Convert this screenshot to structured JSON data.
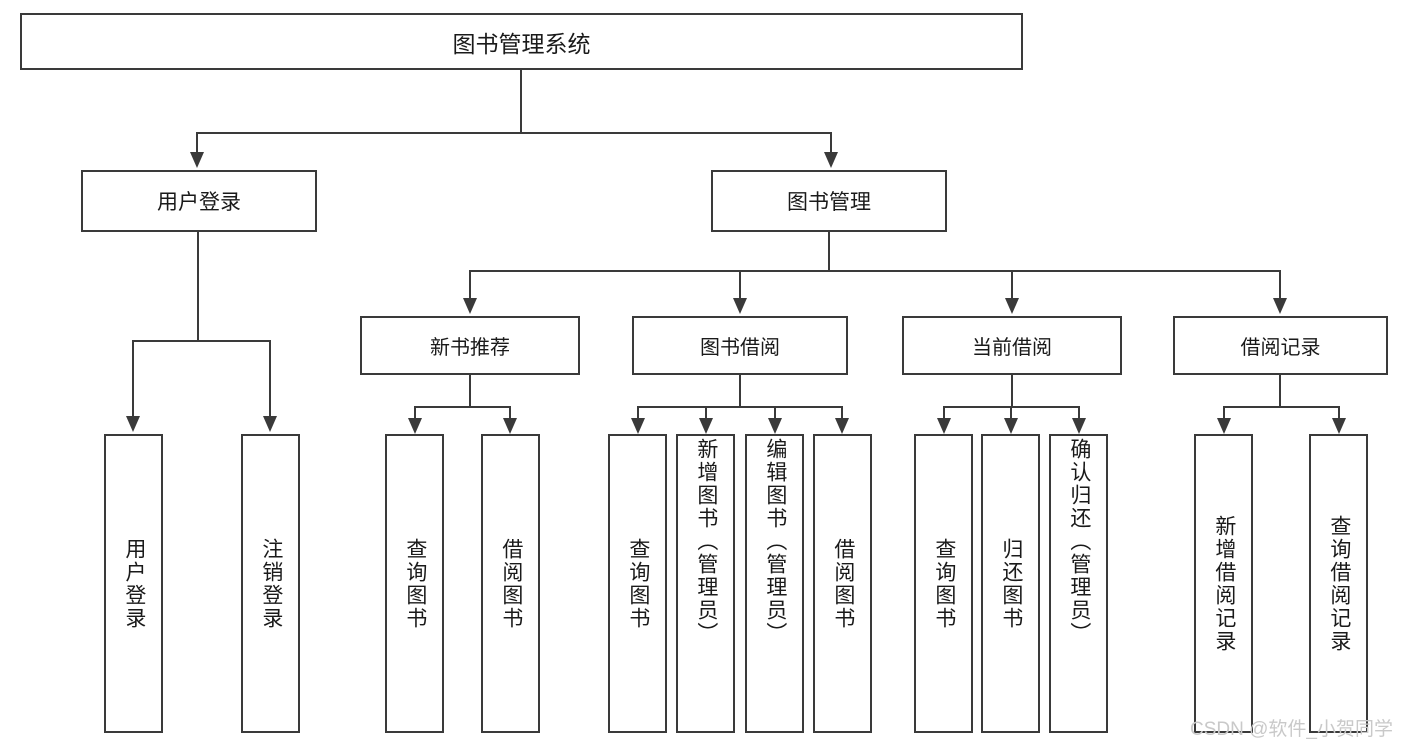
{
  "diagram": {
    "title": "图书管理系统",
    "type": "hierarchy-tree",
    "root": {
      "label": "图书管理系统"
    },
    "level2": [
      {
        "label": "用户登录"
      },
      {
        "label": "图书管理"
      }
    ],
    "level3": [
      {
        "label": "新书推荐"
      },
      {
        "label": "图书借阅"
      },
      {
        "label": "当前借阅"
      },
      {
        "label": "借阅记录"
      }
    ],
    "leaves": {
      "user_login": [
        {
          "label": "用户登录"
        },
        {
          "label": "注销登录"
        }
      ],
      "new_book_recommend": [
        {
          "label": "查询图书"
        },
        {
          "label": "借阅图书"
        }
      ],
      "book_borrow": [
        {
          "label": "查询图书"
        },
        {
          "label": "新增图书（管理员）"
        },
        {
          "label": "编辑图书（管理员）"
        },
        {
          "label": "借阅图书"
        }
      ],
      "current_borrow": [
        {
          "label": "查询图书"
        },
        {
          "label": "归还图书"
        },
        {
          "label": "确认归还（管理员）"
        }
      ],
      "borrow_record": [
        {
          "label": "新增借阅记录"
        },
        {
          "label": "查询借阅记录"
        }
      ]
    }
  },
  "watermark": {
    "text": "CSDN @软件_小贺同学"
  },
  "colors": {
    "stroke": "#3a3a3a",
    "text": "#1a1a1a",
    "background": "#ffffff",
    "watermark": "#c9c9c9"
  }
}
